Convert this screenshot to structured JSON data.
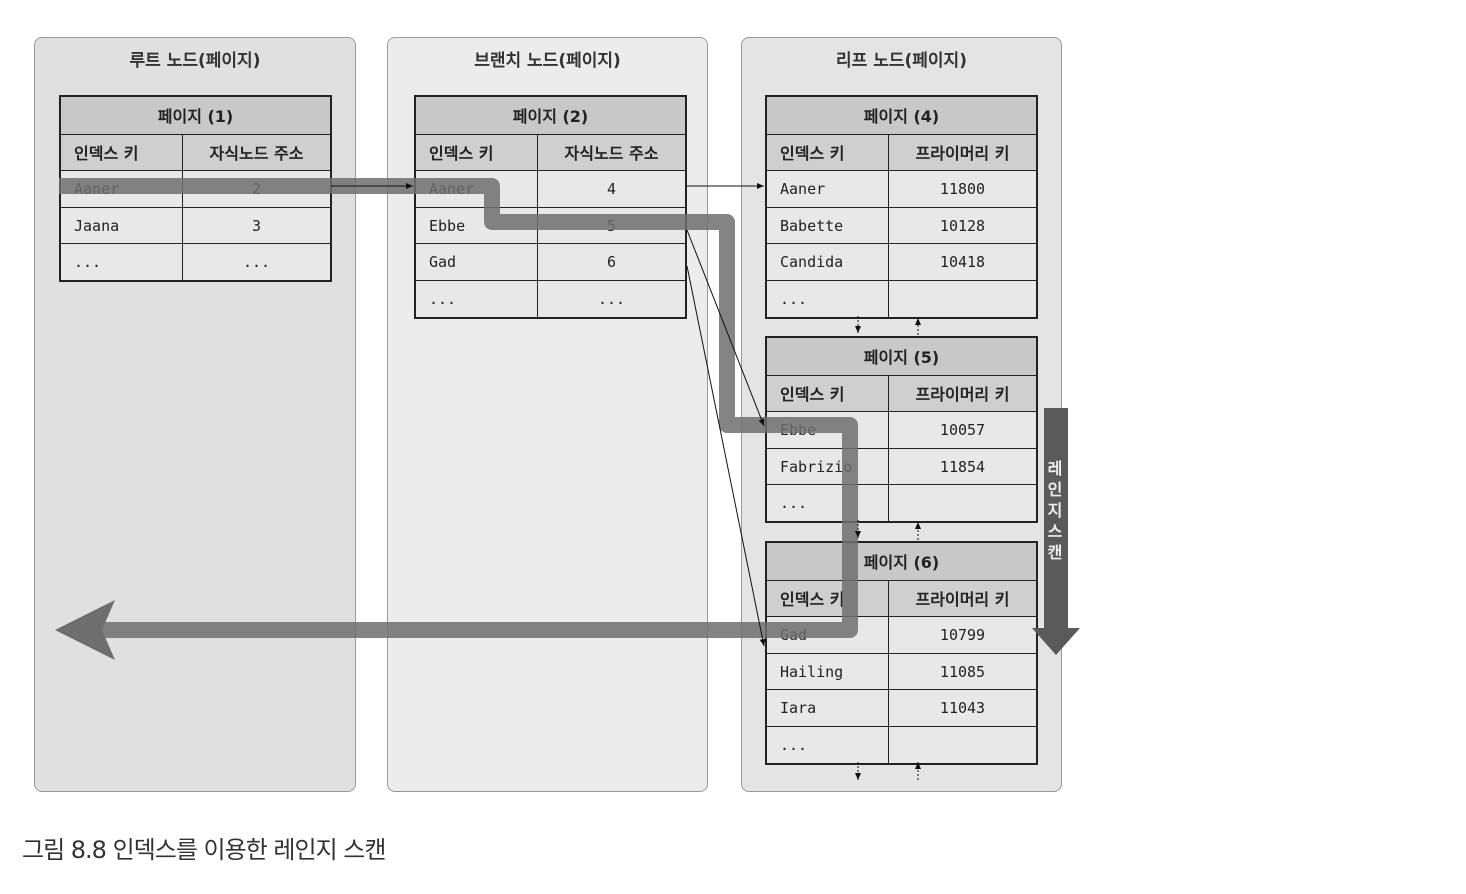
{
  "panels": {
    "root": "루트 노드(페이지)",
    "branch": "브랜치 노드(페이지)",
    "leaf": "리프 노드(페이지)"
  },
  "tables": [
    {
      "id": "page-1",
      "title": "페이지 (1)",
      "cols": [
        "인덱스 키",
        "자식노드 주소"
      ],
      "rows": [
        [
          "Aaner",
          "2"
        ],
        [
          "Jaana",
          "3"
        ],
        [
          "...",
          "..."
        ]
      ]
    },
    {
      "id": "page-2",
      "title": "페이지 (2)",
      "cols": [
        "인덱스 키",
        "자식노드 주소"
      ],
      "rows": [
        [
          "Aaner",
          "4"
        ],
        [
          "Ebbe",
          "5"
        ],
        [
          "Gad",
          "6"
        ],
        [
          "...",
          "..."
        ]
      ]
    },
    {
      "id": "page-4",
      "title": "페이지 (4)",
      "cols": [
        "인덱스 키",
        "프라이머리 키"
      ],
      "rows": [
        [
          "Aaner",
          "11800"
        ],
        [
          "Babette",
          "10128"
        ],
        [
          "Candida",
          "10418"
        ],
        [
          "...",
          ""
        ]
      ]
    },
    {
      "id": "page-5",
      "title": "페이지 (5)",
      "cols": [
        "인덱스 키",
        "프라이머리 키"
      ],
      "rows": [
        [
          "Ebbe",
          "10057"
        ],
        [
          "Fabrizio",
          "11854"
        ],
        [
          "...",
          ""
        ]
      ]
    },
    {
      "id": "page-6",
      "title": "페이지 (6)",
      "cols": [
        "인덱스 키",
        "프라이머리 키"
      ],
      "rows": [
        [
          "Gad",
          "10799"
        ],
        [
          "Hailing",
          "11085"
        ],
        [
          "Iara",
          "11043"
        ],
        [
          "...",
          ""
        ]
      ]
    }
  ],
  "scan_label": "레 인 지  스 캔",
  "caption": "그림 8.8 인덱스를 이용한 레인지 스캔",
  "colors": {
    "path": "#6e6e6e",
    "scan": "#5a5a5a"
  }
}
